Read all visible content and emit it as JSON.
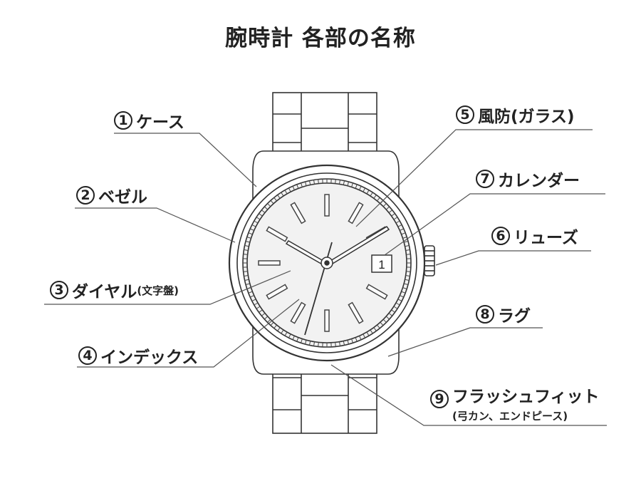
{
  "title": "腕時計 各部の名称",
  "dial": {
    "calendar_day": "1"
  },
  "parts": [
    {
      "num": "1",
      "name": "ケース",
      "sub": ""
    },
    {
      "num": "2",
      "name": "ベゼル",
      "sub": ""
    },
    {
      "num": "3",
      "name": "ダイヤル",
      "sub": "(文字盤)"
    },
    {
      "num": "4",
      "name": "インデックス",
      "sub": ""
    },
    {
      "num": "5",
      "name": "風防(ガラス)",
      "sub": ""
    },
    {
      "num": "7",
      "name": "カレンダー",
      "sub": ""
    },
    {
      "num": "6",
      "name": "リューズ",
      "sub": ""
    },
    {
      "num": "8",
      "name": "ラグ",
      "sub": ""
    },
    {
      "num": "9",
      "name": "フラッシュフィット",
      "sub": "(弓カン、エンドピース)"
    }
  ]
}
